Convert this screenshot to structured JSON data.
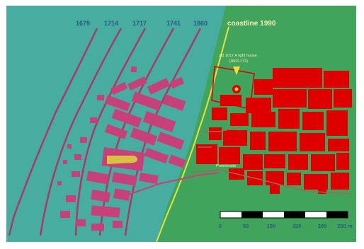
{
  "map": {
    "coastline_year_labels": [
      "1679",
      "1714",
      "1717",
      "1741",
      "1860"
    ],
    "coastline_label": "coastline 1990",
    "lighthouse_label_line1": "old 1017 A light house",
    "lighthouse_label_line2": "(1663-172)",
    "road_label": "Promenade",
    "scale_bar": {
      "tick_labels": [
        "0",
        "50",
        "100",
        "150",
        "200",
        "250 m"
      ],
      "segments": 6
    },
    "colors": {
      "sea": "#47ada0",
      "new_land": "#40a45c",
      "old_buildings": "#c7407a",
      "new_buildings": "#de0000",
      "church": "#d8c040",
      "shoreline_lines": "#a83a66",
      "coastline_1990": "#e8e040",
      "labels": "#2a5a80",
      "lighthouse_marker": "#f2e030"
    }
  }
}
